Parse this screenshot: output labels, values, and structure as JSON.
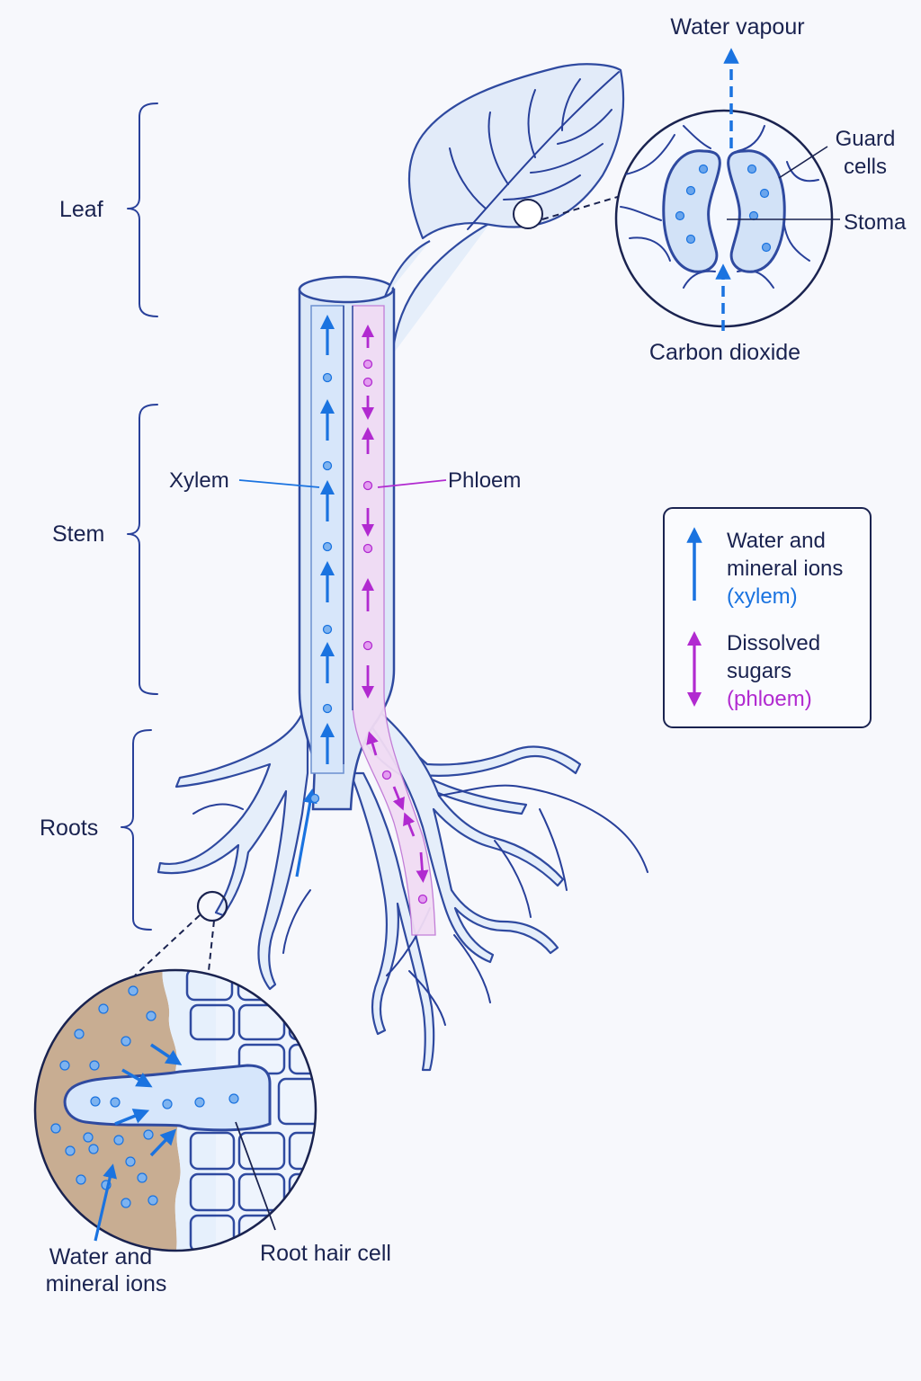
{
  "sections": {
    "leaf": "Leaf",
    "stem": "Stem",
    "roots": "Roots"
  },
  "labels": {
    "water_vapour": "Water vapour",
    "guard_cells_line1": "Guard",
    "guard_cells_line2": "cells",
    "stoma": "Stoma",
    "carbon_dioxide": "Carbon dioxide",
    "xylem": "Xylem",
    "phloem": "Phloem",
    "root_hair_cell": "Root hair cell",
    "soil_water_line1": "Water and",
    "soil_water_line2": "mineral ions"
  },
  "legend": {
    "xylem_line1": "Water and",
    "xylem_line2": "mineral ions",
    "xylem_line3": "(xylem)",
    "phloem_line1": "Dissolved",
    "phloem_line2": "sugars",
    "phloem_line3": "(phloem)"
  },
  "colors": {
    "xylem": "#1a73e0",
    "phloem": "#b12ad0",
    "outline": "#28409a",
    "soil": "#c8ad92"
  }
}
